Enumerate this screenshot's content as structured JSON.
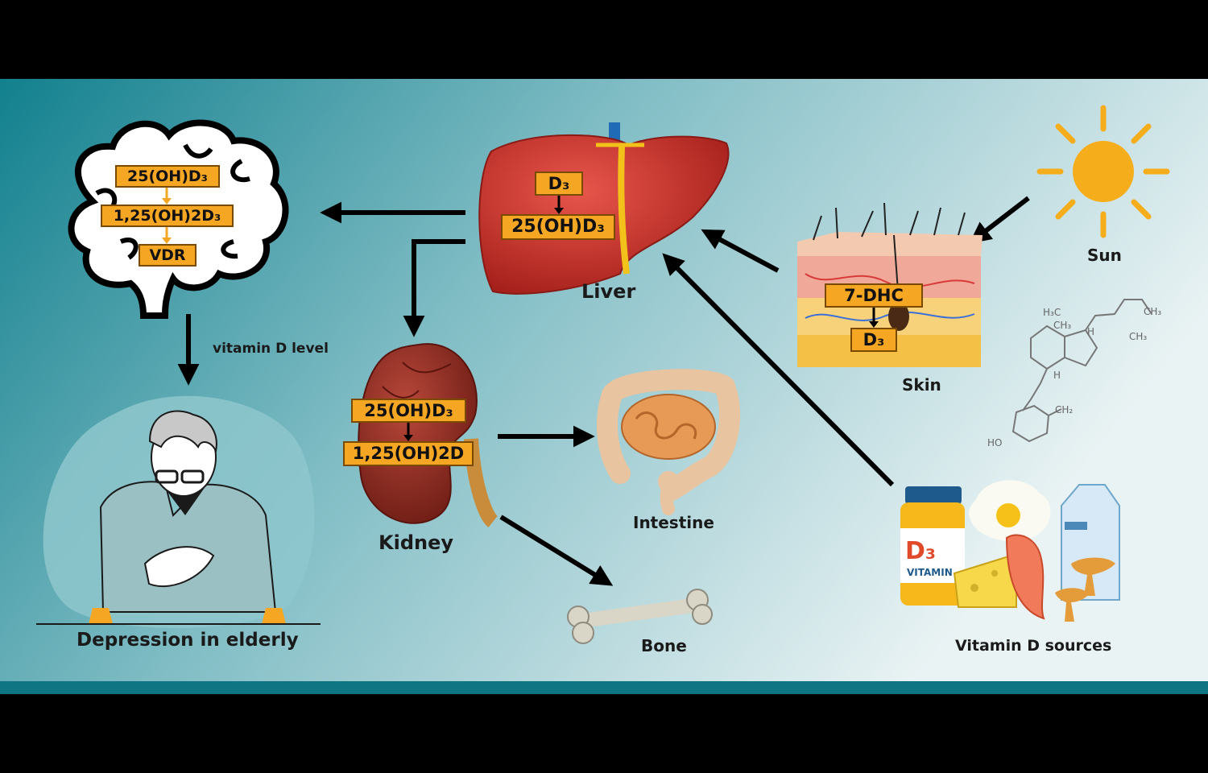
{
  "labels": {
    "liver": "Liver",
    "kidney": "Kidney",
    "skin": "Skin",
    "sun": "Sun",
    "intestine": "Intestine",
    "bone": "Bone",
    "depression": "Depression in elderly",
    "vitamin_d_level": "vitamin D level",
    "vitamin_d_sources": "Vitamin D sources"
  },
  "brain": {
    "step1": "25(OH)D₃",
    "step2": "1,25(OH)2D₃",
    "step3": "VDR"
  },
  "liver": {
    "step1": "D₃",
    "step2": "25(OH)D₃"
  },
  "kidney": {
    "step1": "25(OH)D₃",
    "step2": "1,25(OH)2D"
  },
  "skin": {
    "step1": "7-DHC",
    "step2": "D₃"
  },
  "molecule": {
    "h3c_top": "H₃C",
    "ch3_right": "CH₃",
    "ch3_mid": "CH₃",
    "ch3_low": "CH₃",
    "h1": "H",
    "h2": "H",
    "ch2": "CH₂",
    "ho": "HO"
  },
  "supplement": {
    "brand": "D₃",
    "text": "VITAMIN"
  },
  "colors": {
    "background_left": "#1a8a96",
    "background_right": "#e4f0f1",
    "box_fill": "#f5a623",
    "arrow": "#000000",
    "liver": "#c9302c",
    "kidney": "#8e2a20",
    "sun": "#f6ad1c"
  }
}
